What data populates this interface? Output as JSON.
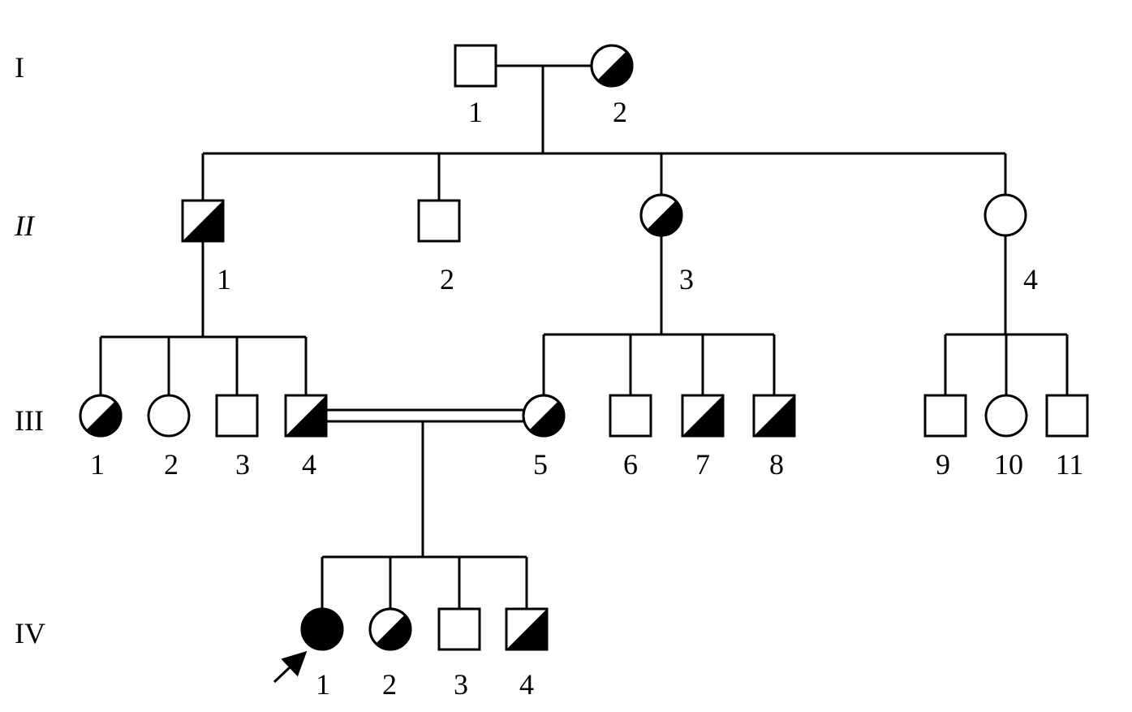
{
  "generations": [
    {
      "id": "I",
      "label": "I"
    },
    {
      "id": "II",
      "label": "II"
    },
    {
      "id": "III",
      "label": "III"
    },
    {
      "id": "IV",
      "label": "IV"
    }
  ],
  "individuals": [
    {
      "id": "I-1",
      "generation": "I",
      "number": "1",
      "sex": "male",
      "status": "unaffected"
    },
    {
      "id": "I-2",
      "generation": "I",
      "number": "2",
      "sex": "female",
      "status": "carrier"
    },
    {
      "id": "II-1",
      "generation": "II",
      "number": "1",
      "sex": "male",
      "status": "carrier"
    },
    {
      "id": "II-2",
      "generation": "II",
      "number": "2",
      "sex": "male",
      "status": "unaffected"
    },
    {
      "id": "II-3",
      "generation": "II",
      "number": "3",
      "sex": "female",
      "status": "carrier"
    },
    {
      "id": "II-4",
      "generation": "II",
      "number": "4",
      "sex": "female",
      "status": "unaffected"
    },
    {
      "id": "III-1",
      "generation": "III",
      "number": "1",
      "sex": "female",
      "status": "carrier"
    },
    {
      "id": "III-2",
      "generation": "III",
      "number": "2",
      "sex": "female",
      "status": "unaffected"
    },
    {
      "id": "III-3",
      "generation": "III",
      "number": "3",
      "sex": "male",
      "status": "unaffected"
    },
    {
      "id": "III-4",
      "generation": "III",
      "number": "4",
      "sex": "male",
      "status": "carrier"
    },
    {
      "id": "III-5",
      "generation": "III",
      "number": "5",
      "sex": "female",
      "status": "carrier"
    },
    {
      "id": "III-6",
      "generation": "III",
      "number": "6",
      "sex": "male",
      "status": "unaffected"
    },
    {
      "id": "III-7",
      "generation": "III",
      "number": "7",
      "sex": "male",
      "status": "carrier"
    },
    {
      "id": "III-8",
      "generation": "III",
      "number": "8",
      "sex": "male",
      "status": "carrier"
    },
    {
      "id": "III-9",
      "generation": "III",
      "number": "9",
      "sex": "male",
      "status": "unaffected"
    },
    {
      "id": "III-10",
      "generation": "III",
      "number": "10",
      "sex": "female",
      "status": "unaffected"
    },
    {
      "id": "III-11",
      "generation": "III",
      "number": "11",
      "sex": "male",
      "status": "unaffected"
    },
    {
      "id": "IV-1",
      "generation": "IV",
      "number": "1",
      "sex": "female",
      "status": "affected",
      "proband": true
    },
    {
      "id": "IV-2",
      "generation": "IV",
      "number": "2",
      "sex": "female",
      "status": "carrier"
    },
    {
      "id": "IV-3",
      "generation": "IV",
      "number": "3",
      "sex": "male",
      "status": "unaffected"
    },
    {
      "id": "IV-4",
      "generation": "IV",
      "number": "4",
      "sex": "male",
      "status": "carrier"
    }
  ],
  "matings": [
    {
      "partners": [
        "I-1",
        "I-2"
      ],
      "consanguineous": false,
      "children": [
        "II-1",
        "II-2",
        "II-3",
        "II-4"
      ]
    },
    {
      "partners": [
        "III-4",
        "III-5"
      ],
      "consanguineous": true,
      "children": [
        "IV-1",
        "IV-2",
        "IV-3",
        "IV-4"
      ]
    }
  ],
  "single_parent_sibships": [
    {
      "parent": "II-1",
      "children": [
        "III-1",
        "III-2",
        "III-3",
        "III-4"
      ]
    },
    {
      "parent": "II-3",
      "children": [
        "III-5",
        "III-6",
        "III-7",
        "III-8"
      ]
    },
    {
      "parent": "II-4",
      "children": [
        "III-9",
        "III-10",
        "III-11"
      ]
    }
  ]
}
